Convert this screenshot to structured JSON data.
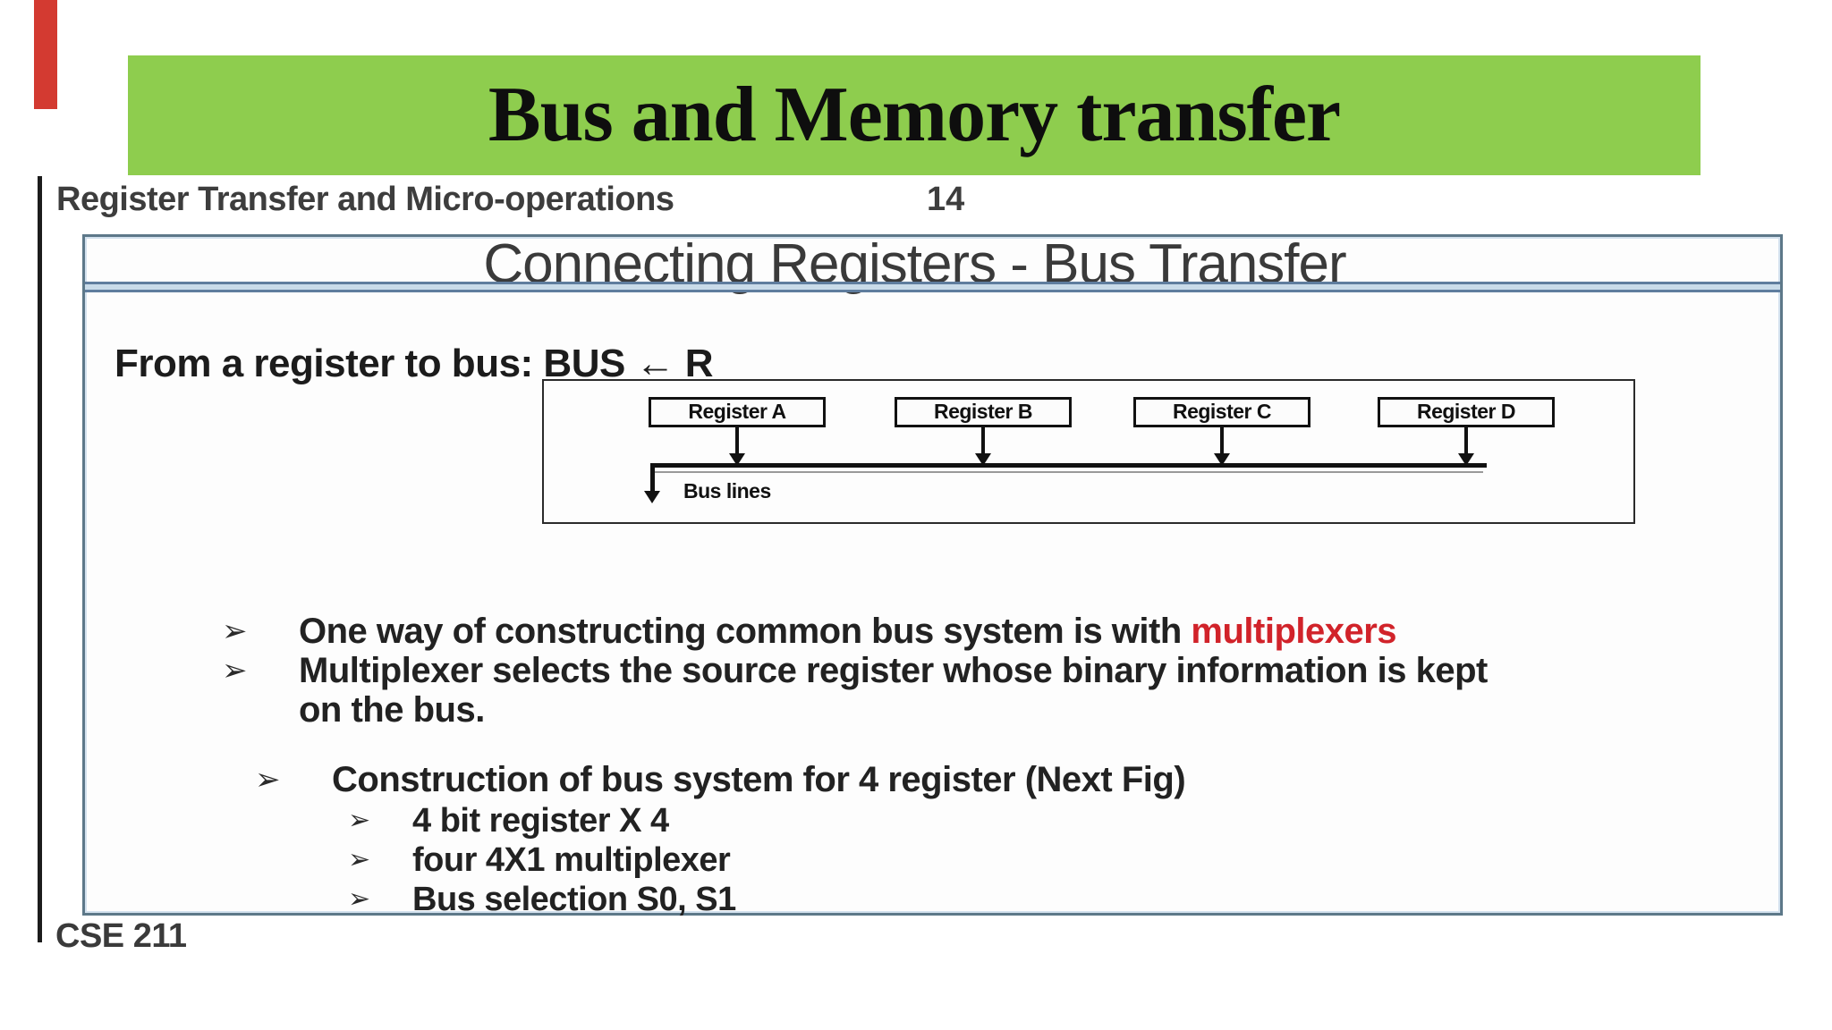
{
  "banner": {
    "title": "Bus and Memory transfer",
    "bg_color": "#8ecd4e"
  },
  "header": {
    "left": "Register Transfer and Micro-operations",
    "page_number": "14"
  },
  "slide": {
    "title": "Connecting Registers - Bus Transfer",
    "lead": "From a register to bus: BUS ← R",
    "footer": "CSE 211"
  },
  "diagram": {
    "registers": [
      "Register A",
      "Register B",
      "Register C",
      "Register D"
    ],
    "bus_label": "Bus lines"
  },
  "bullets": {
    "glyph": "➢",
    "b1_before": "One way of constructing common bus system is with ",
    "b1_highlight": "multiplexers",
    "b2": "Multiplexer selects the source register whose binary information is kept on the bus.",
    "b3": "Construction of bus system for 4 register (Next Fig)",
    "b3_sub": [
      "4 bit register X 4",
      "four 4X1 multiplexer",
      "Bus selection S0, S1"
    ]
  },
  "colors": {
    "banner_green": "#8ecd4e",
    "corner_red": "#d33a31",
    "highlight_red": "#d1232a",
    "slide_border_blue": "#5d7889",
    "separator_blue": "#5f7d9e"
  }
}
